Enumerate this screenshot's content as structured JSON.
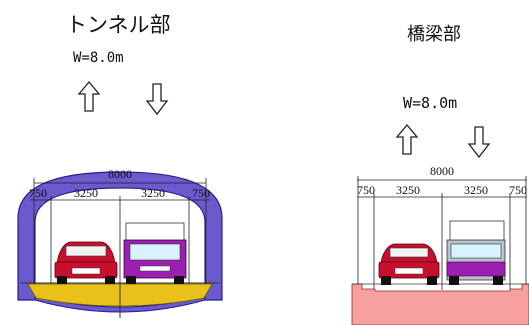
{
  "tunnel": {
    "title": "トンネル部",
    "width_label": "W=8.0m",
    "total_width": "8000",
    "left_shoulder": "750",
    "lane_left": "3250",
    "lane_right": "3250",
    "right_shoulder": "750"
  },
  "bridge": {
    "title": "橋梁部",
    "width_label": "W=8.0m",
    "total_width": "8000",
    "left_shoulder": "750",
    "lane_left": "3250",
    "lane_right": "3250",
    "right_shoulder": "750"
  },
  "colors": {
    "tunnel_lining": "#6a5acd",
    "tunnel_road": "#e8c21a",
    "bridge_deck": "#f6a0a0",
    "car": "#c8102e",
    "truck_cab": "#9b1fb0"
  },
  "icons": {
    "up_arrow": "up-arrow-icon",
    "down_arrow": "down-arrow-icon"
  }
}
